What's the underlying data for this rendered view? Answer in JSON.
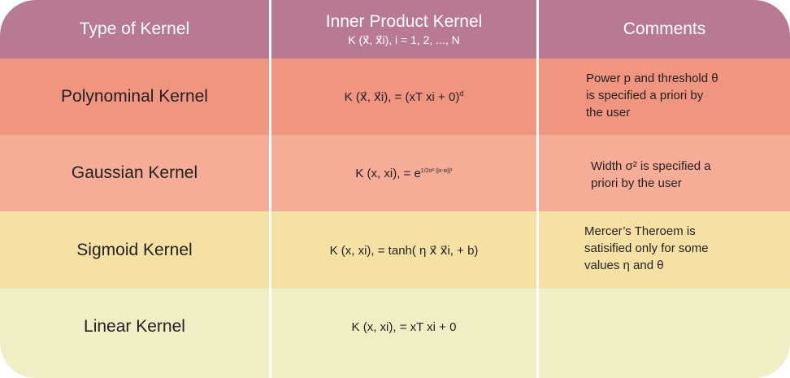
{
  "header": {
    "col1": "Type of Kernel",
    "col2_title": "Inner Product Kernel",
    "col2_sub": "K (x⃗, x⃗i),   i = 1, 2, ..., N",
    "col3": "Comments"
  },
  "rows": [
    {
      "name": "Polynominal Kernel",
      "formula_main": "K (x⃗, x⃗i), = (xT xi + 0)",
      "formula_exp": "d",
      "comment_lines": [
        "Power p and threshold θ",
        "is specified a priori by",
        "the user"
      ]
    },
    {
      "name": "Gaussian Kernel",
      "formula_main": "K (x, xi), = e",
      "formula_exp": "1/2σ² ||x-xi||²",
      "comment_lines": [
        "Width σ² is specified a",
        "priori by the user"
      ]
    },
    {
      "name": "Sigmoid Kernel",
      "formula_main": "K (x, xi), = tanh( η x⃗ x⃗i, +  b)",
      "formula_exp": "",
      "comment_lines": [
        "Mercer’s Theroem is",
        "satisified only for some",
        "values η and θ"
      ]
    },
    {
      "name": "Linear Kernel",
      "formula_main": "K (x, xi), = xT xi + 0",
      "formula_exp": "",
      "comment_lines": []
    }
  ],
  "colors": {
    "header": "#b77a92",
    "row1": "#ef9580",
    "row2": "#f6ad98",
    "row3": "#f6e1a4",
    "row4": "#f0eec4"
  }
}
